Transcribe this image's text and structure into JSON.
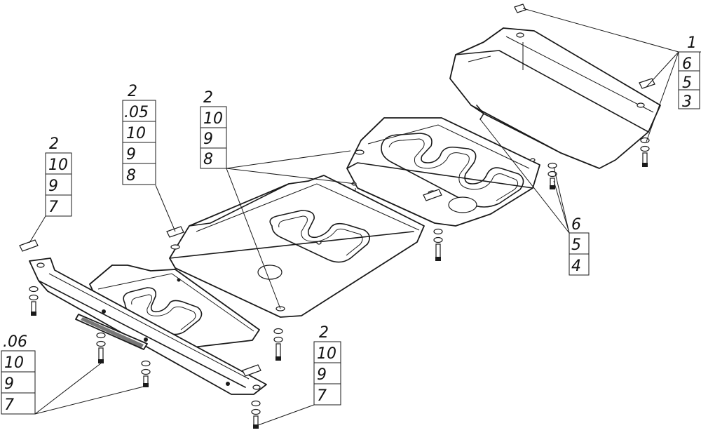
{
  "callouts": [
    {
      "id": "c1",
      "items": [
        "1",
        "6",
        "5",
        "3"
      ]
    },
    {
      "id": "c2",
      "items": [
        "2",
        ".05",
        "10",
        "9",
        "8"
      ]
    },
    {
      "id": "c3",
      "items": [
        "2",
        "10",
        "9",
        "8"
      ]
    },
    {
      "id": "c4",
      "items": [
        "2",
        "10",
        "9",
        "7"
      ]
    },
    {
      "id": "c5",
      "items": [
        "6",
        "5",
        "4"
      ]
    },
    {
      "id": "c6",
      "items": [
        ".06",
        "10",
        "9",
        "7"
      ]
    },
    {
      "id": "c7",
      "items": [
        "2",
        "10",
        "9",
        "7"
      ]
    }
  ]
}
